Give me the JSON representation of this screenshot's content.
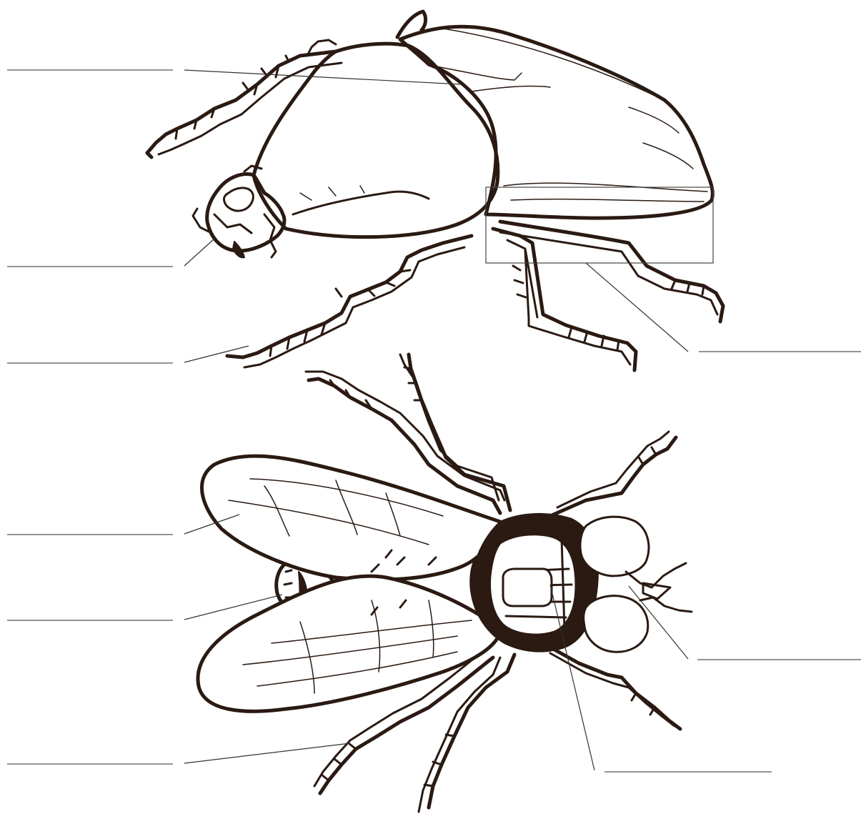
{
  "title": "",
  "specimens": [
    "beetle",
    "fly"
  ],
  "beetle": {
    "labels": [
      {
        "id": "beetle-label-1",
        "text": ""
      },
      {
        "id": "beetle-label-2",
        "text": ""
      },
      {
        "id": "beetle-label-3",
        "text": ""
      },
      {
        "id": "beetle-label-4",
        "text": ""
      }
    ]
  },
  "fly": {
    "labels": [
      {
        "id": "fly-label-1",
        "text": ""
      },
      {
        "id": "fly-label-2",
        "text": ""
      },
      {
        "id": "fly-label-3",
        "text": ""
      },
      {
        "id": "fly-label-4",
        "text": ""
      },
      {
        "id": "fly-label-5",
        "text": ""
      }
    ]
  },
  "colors": {
    "ink": "#2a1a12",
    "background": "#ffffff",
    "blank_line": "#555555"
  }
}
